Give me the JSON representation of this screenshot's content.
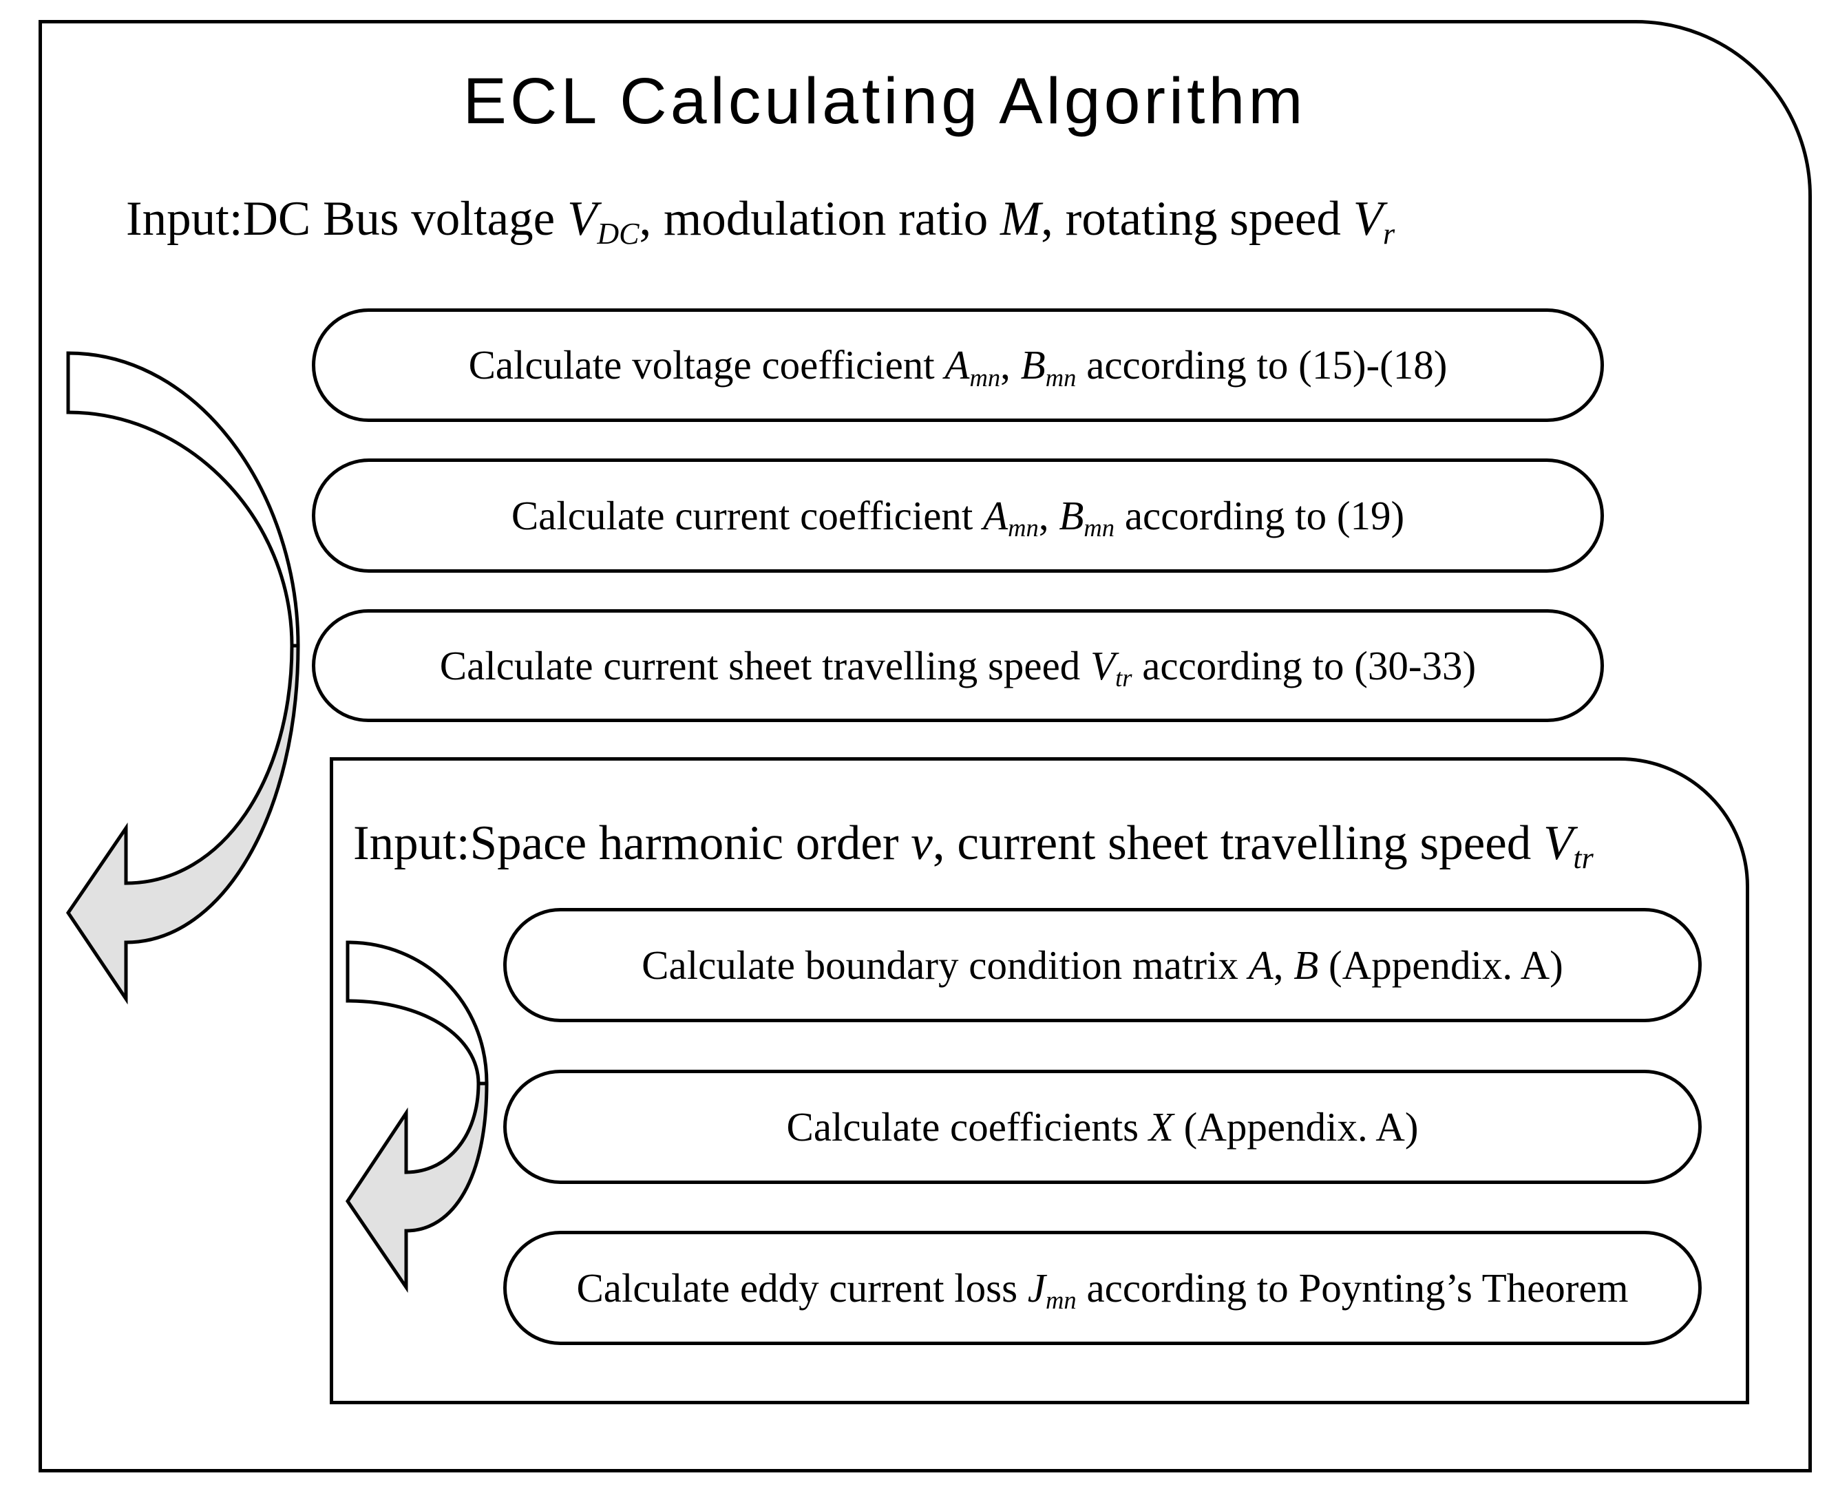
{
  "title": "ECL Calculating Algorithm",
  "outer_input": [
    "Input:DC Bus voltage ",
    "V",
    "DC",
    ", modulation ratio ",
    "M",
    ", rotating speed ",
    "V",
    "r"
  ],
  "outer_steps": [
    [
      "Calculate voltage coefficient ",
      "A",
      "mn",
      ", ",
      "B",
      "mn",
      " according to (15)-(18)"
    ],
    [
      "Calculate current coefficient ",
      "A",
      "mn",
      ", ",
      "B",
      "mn",
      " according to (19)"
    ],
    [
      "Calculate current sheet travelling speed ",
      "V",
      "tr",
      " according to (30-33)"
    ]
  ],
  "inner_input": [
    "Input:Space harmonic order ",
    "v",
    ", current sheet travelling speed ",
    "V",
    "tr"
  ],
  "inner_steps": [
    [
      "Calculate boundary condition matrix ",
      "A",
      ", ",
      "B",
      " (Appendix. A)"
    ],
    [
      "Calculate coefficients ",
      "X",
      " (Appendix. A)"
    ],
    [
      "Calculate eddy current loss ",
      "J",
      "mn",
      " according to Poynting’s Theorem"
    ]
  ],
  "colors": {
    "line": "#000000",
    "arrow_light": "#ffffff",
    "arrow_shade": "#e1e1e1"
  }
}
